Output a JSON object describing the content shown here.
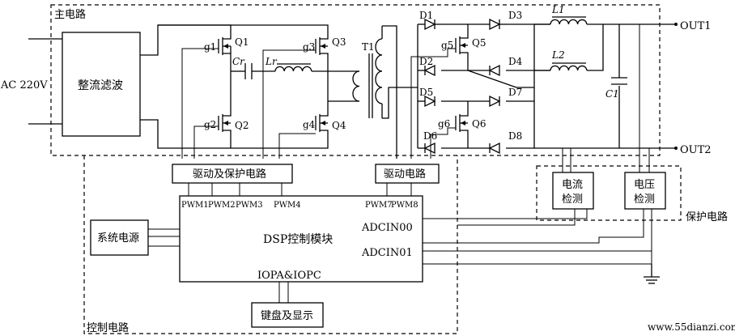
{
  "regions": {
    "main_circuit": "主电路",
    "control_circuit": "控制电路",
    "protection_circuit": "保护电路"
  },
  "input": {
    "label": "AC 220V"
  },
  "blocks": {
    "rectifier_filter": "整流滤波",
    "drive_protection": "驱动及保护电路",
    "drive": "驱动电路",
    "dsp": "DSP控制模块",
    "system_power": "系统电源",
    "keyboard_display": "键盘及显示",
    "current_detect": [
      "电流",
      "检测"
    ],
    "voltage_detect": [
      "电压",
      "检测"
    ]
  },
  "dsp_pins": {
    "pwm1": "PWM1",
    "pwm2": "PWM2",
    "pwm3": "PWM3",
    "pwm4": "PWM4",
    "pwm7": "PWM7",
    "pwm8": "PWM8",
    "adcin00": "ADCIN00",
    "adcin01": "ADCIN01",
    "iopa_iopc": "IOPA&IOPC"
  },
  "components": {
    "q1": "Q1",
    "q2": "Q2",
    "q3": "Q3",
    "q4": "Q4",
    "q5": "Q5",
    "q6": "Q6",
    "g1": "g1",
    "g2": "g2",
    "g3": "g3",
    "g4": "g4",
    "g5": "g5",
    "g6": "g6",
    "cr": "Cr",
    "lr": "Lr",
    "t1": "T1",
    "d1": "D1",
    "d2": "D2",
    "d3": "D3",
    "d4": "D4",
    "d5": "D5",
    "d6": "D6",
    "d7": "D7",
    "d8": "D8",
    "l1": "L1",
    "l2": "L2",
    "c1": "C1"
  },
  "outputs": {
    "out1": "OUT1",
    "out2": "OUT2"
  },
  "watermark": "www.55dianzi.com"
}
